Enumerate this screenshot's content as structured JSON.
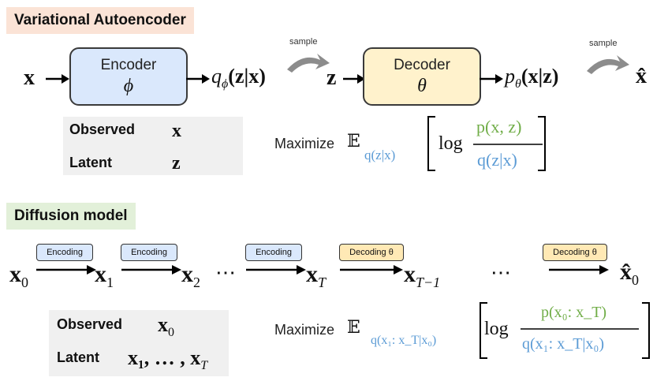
{
  "vae": {
    "title": "Variational Autoencoder",
    "input": "x",
    "encoder": {
      "label": "Encoder",
      "param": "ϕ"
    },
    "q_dist": "q",
    "q_sub": "ϕ",
    "q_args": "(z|x)",
    "sample_label_1": "sample",
    "latent_var": "z",
    "decoder": {
      "label": "Decoder",
      "param": "θ"
    },
    "p_dist": "p",
    "p_sub": "θ",
    "p_args": "(x|z)",
    "sample_label_2": "sample",
    "output": "x̂",
    "panel": {
      "observed_label": "Observed",
      "observed_value": "x",
      "latent_label": "Latent",
      "latent_value": "z"
    },
    "objective": {
      "maximize": "Maximize",
      "expectation": "𝔼",
      "subscript": "q(z|x)",
      "log": "log",
      "numerator": "p(x, z)",
      "denominator": "q(z|x)"
    }
  },
  "diffusion": {
    "title": "Diffusion model",
    "nodes": {
      "x0": "x",
      "x0_sub": "0",
      "x1": "x",
      "x1_sub": "1",
      "x2": "x",
      "x2_sub": "2",
      "dots1": "⋯",
      "xT": "x",
      "xT_sub": "T",
      "xTm1": "x",
      "xTm1_sub": "T−1",
      "dots2": "⋯",
      "xhat0": "x̂",
      "xhat0_sub": "0"
    },
    "tags": {
      "encoding_1": "Encoding",
      "encoding_2": "Encoding",
      "encoding_3": "Encoding",
      "decoding_1": "Decoding θ",
      "decoding_2": "Decoding θ"
    },
    "panel": {
      "observed_label": "Observed",
      "observed_value": "x",
      "observed_sub": "0",
      "latent_label": "Latent",
      "latent_value": "x₁, … , x",
      "latent_sub": "T"
    },
    "objective": {
      "maximize": "Maximize",
      "expectation": "𝔼",
      "subscript": "q(x₁: x_T|x₀)",
      "log": "log",
      "numerator": "p(x₀: x_T)",
      "denominator": "q(x₁: x_T|x₀)"
    }
  },
  "colors": {
    "vae_title_bg": "#fbe3d6",
    "diffusion_title_bg": "#e2f0d9",
    "encoder_fill": "#dae8fc",
    "decoder_fill": "#fff2cc",
    "green_text": "#70ad47",
    "blue_text": "#5b9bd5",
    "panel_bg": "#f0f0f0"
  }
}
